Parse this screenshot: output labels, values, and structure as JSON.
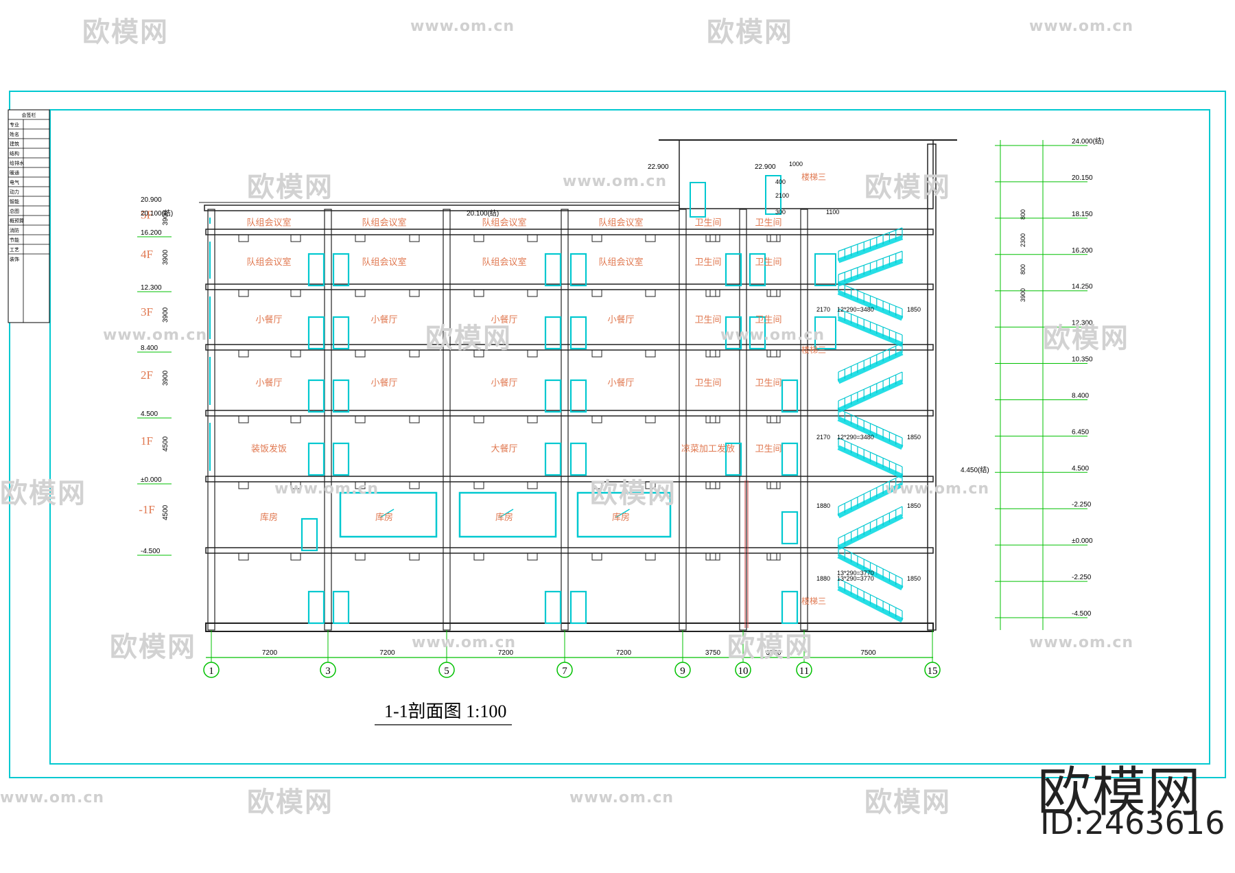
{
  "drawing": {
    "title": "1-1剖面图 1:100",
    "axes": [
      "1",
      "3",
      "5",
      "7",
      "9",
      "10",
      "11",
      "15"
    ],
    "bay_widths": [
      "7200",
      "7200",
      "7200",
      "7200",
      "3750",
      "3750",
      "7500"
    ],
    "floors": [
      {
        "label": "5F",
        "level": "16.200",
        "height": "3900",
        "rooms": [
          "队组会议室",
          "队组会议室",
          "队组会议室",
          "队组会议室",
          "卫生间",
          "卫生间"
        ]
      },
      {
        "label": "4F",
        "level": "12.300",
        "height": "3900",
        "rooms": [
          "队组会议室",
          "队组会议室",
          "队组会议室",
          "队组会议室",
          "卫生间",
          "卫生间"
        ]
      },
      {
        "label": "3F",
        "level": "8.400",
        "height": "3900",
        "rooms": [
          "小餐厅",
          "小餐厅",
          "小餐厅",
          "小餐厅",
          "卫生间",
          "卫生间"
        ]
      },
      {
        "label": "2F",
        "level": "4.500",
        "height": "3900",
        "rooms": [
          "小餐厅",
          "小餐厅",
          "小餐厅",
          "小餐厅",
          "卫生间",
          "卫生间"
        ]
      },
      {
        "label": "1F",
        "level": "±0.000",
        "height": "4500",
        "rooms": [
          "装饭发饭",
          "",
          "大餐厅",
          "",
          "凉菜加工发放",
          "卫生间"
        ]
      },
      {
        "label": "-1F",
        "level": "-4.500",
        "height": "4500",
        "rooms": [
          "库房",
          "库房",
          "库房",
          "库房",
          "",
          ""
        ]
      }
    ],
    "left_levels": [
      "20.900",
      "20.100(结)"
    ],
    "roof_level": "20.100(结)",
    "top_levels": [
      "22.900",
      "22.900"
    ],
    "stair_label": "楼梯三",
    "stair_note": "2170",
    "stair_dims": [
      "12*290=3480",
      "12*290=3480",
      "13*290=3770",
      "13*290=3770"
    ],
    "stair_landings": [
      "1850",
      "1850",
      "1850",
      "1850"
    ],
    "stair_landing_left": [
      "2170",
      "2170",
      "1880",
      "1880"
    ],
    "right_levels": [
      "24.000(结)",
      "20.150",
      "18.150",
      "16.200",
      "14.250",
      "12.300",
      "10.350",
      "8.400",
      "6.450",
      "4.500",
      "-2.250",
      "±0.000",
      "-2.250",
      "-4.500"
    ],
    "side_level": "4.450(结)",
    "top_dims": [
      "1000",
      "2100",
      "400",
      "300",
      "1100"
    ],
    "wall_dims": [
      "800",
      "2300",
      "800",
      "3900"
    ]
  },
  "sheet_table": {
    "title": "会签栏",
    "rows": [
      "专业",
      "姓名",
      "建筑",
      "结构",
      "给排水",
      "暖通",
      "电气",
      "动力",
      "智能",
      "总图",
      "概预算",
      "消防",
      "节能",
      "工艺",
      "装饰"
    ]
  },
  "brand": {
    "name": "欧模网",
    "id": "ID:2463616"
  },
  "watermark": {
    "name": "欧模网",
    "url": "www.om.cn"
  },
  "colors": {
    "frame": "#00c8d0",
    "room_text": "#e07850",
    "grid_green": "#00c000",
    "structure": "#202020"
  }
}
